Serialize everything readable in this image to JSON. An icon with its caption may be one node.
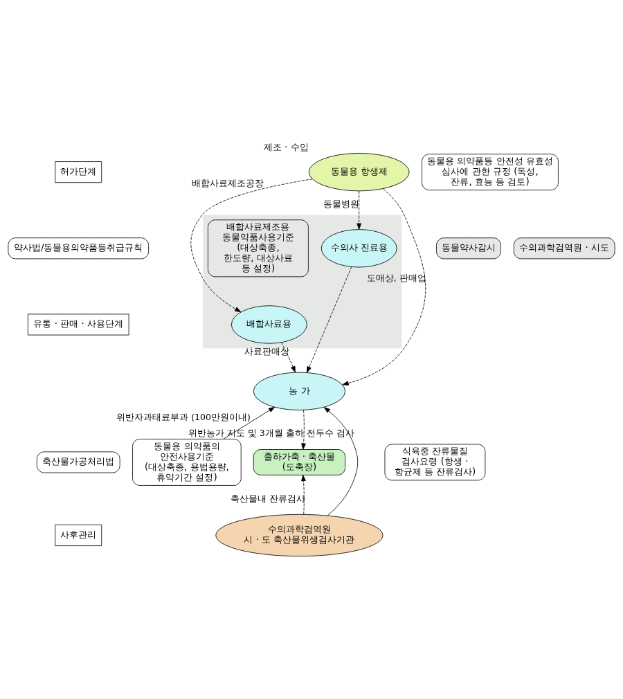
{
  "diagram": {
    "nodes": [
      {
        "text": [
          "약사법/동물용의약품등취급규칙"
        ]
      },
      {
        "text": [
          "허가단계"
        ]
      },
      {
        "text": [
          "동물용 항생제"
        ],
        "beside": [
          "제조 · 수입"
        ]
      },
      {
        "text": [
          "동물용 의약품등 안전성 유효성 심사에 관한 규정 (독성, 잔류, 효능 등 검토)"
        ]
      },
      {
        "text": [],
        "shape": "box"
      },
      {
        "text": [
          "동물약사감시"
        ]
      },
      {
        "text": [
          "유통 · 판매 · 사용단계"
        ]
      },
      {
        "text": [
          "수의사 진료용"
        ],
        "in": 4
      },
      {
        "text": [
          "배합사료제조용 동물약품사용기준 (대상축종, 한도량, 대상사료 등 설정)"
        ],
        "in": 4
      },
      {
        "text": [
          "배합사료용"
        ],
        "in": 4
      },
      {
        "text": [
          "수의과학검역원 · 시도"
        ]
      },
      {
        "text": [
          "동물용 의약품의 안전사용기준 (대상축종, 용법용량, 휴약기간 설정)"
        ]
      },
      {
        "text": [
          "농 가"
        ]
      },
      {
        "text": [
          "출하가축 · 축산물",
          "(도축장)"
        ]
      },
      {
        "text": [
          "식육중 잔류물질 검사요령 (항생 · 항균제 등 잔류검사)"
        ]
      },
      {
        "text": [
          "축산물가공처리법"
        ]
      },
      {
        "text": [
          "사후관리"
        ]
      },
      {
        "text": [
          "수의과학검역원",
          "시 · 도 축산물위생검사기관"
        ]
      }
    ],
    "edges": [
      {
        "from": 2,
        "to": 7,
        "arrow": "to",
        "style": "dashed",
        "label": "동물병원"
      },
      {
        "from": 2,
        "to": 12,
        "arrow": "to",
        "style": "dashed",
        "label": "도매상, 판매업"
      },
      {
        "from": 2,
        "to": 9,
        "arrow": "to",
        "style": "dashed",
        "label": "배합사료제조공장"
      },
      {
        "from": 7,
        "to": 12,
        "arrow": "to",
        "style": "dashed"
      },
      {
        "from": 9,
        "to": 12,
        "arrow": "to",
        "style": "dashed",
        "label": "사료판매상"
      },
      {
        "from": 12,
        "to": 13,
        "arrow": "to",
        "style": "dashed"
      },
      {
        "from": 17,
        "to": 13,
        "arrow": "to",
        "style": "dashed",
        "label": "축산물내 잔류검사"
      },
      {
        "from": 11,
        "to": 12,
        "arrow": "to",
        "label": "위반자과태료부과 (100만원이내)"
      },
      {
        "from": 17,
        "to": 12,
        "arrow": "to",
        "label": "위반농가 지도 및 3개월 출하 전두수 검사"
      }
    ]
  }
}
